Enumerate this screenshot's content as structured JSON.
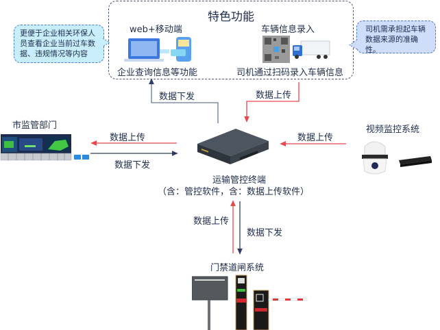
{
  "feature_box": {
    "title": "特色功能",
    "web": {
      "heading": "web+移动端",
      "caption": "企业查询信息等功能"
    },
    "vehicle": {
      "heading": "车辆信息录入",
      "caption": "司机通过扫码录入车辆信息"
    }
  },
  "callouts": {
    "left": "更便于企业相关环保人员查看企业当前过车数据、违规情况等内容",
    "right": "司机需承担起车辆数据来源的准确性。"
  },
  "nodes": {
    "regulator": "市监管部门",
    "terminal_name": "运输管控终端",
    "terminal_desc": "（含：管控软件，含：数据上传软件）",
    "video": "视频监控系统",
    "gate": "门禁道闸系统"
  },
  "flows": {
    "top_down": "数据下发",
    "top_up": "数据上传",
    "left_up": "数据上传",
    "left_down": "数据下发",
    "right_up": "数据上传",
    "bottom_up": "数据上传",
    "bottom_down": "数据下发"
  },
  "colors": {
    "upload_arrow": "#e8474c",
    "download_arrow": "#2e3d66",
    "dashed_border": "#4a5873",
    "callout_left_bg": "#c9eefb",
    "callout_right_bg": "#cfdcfa"
  }
}
